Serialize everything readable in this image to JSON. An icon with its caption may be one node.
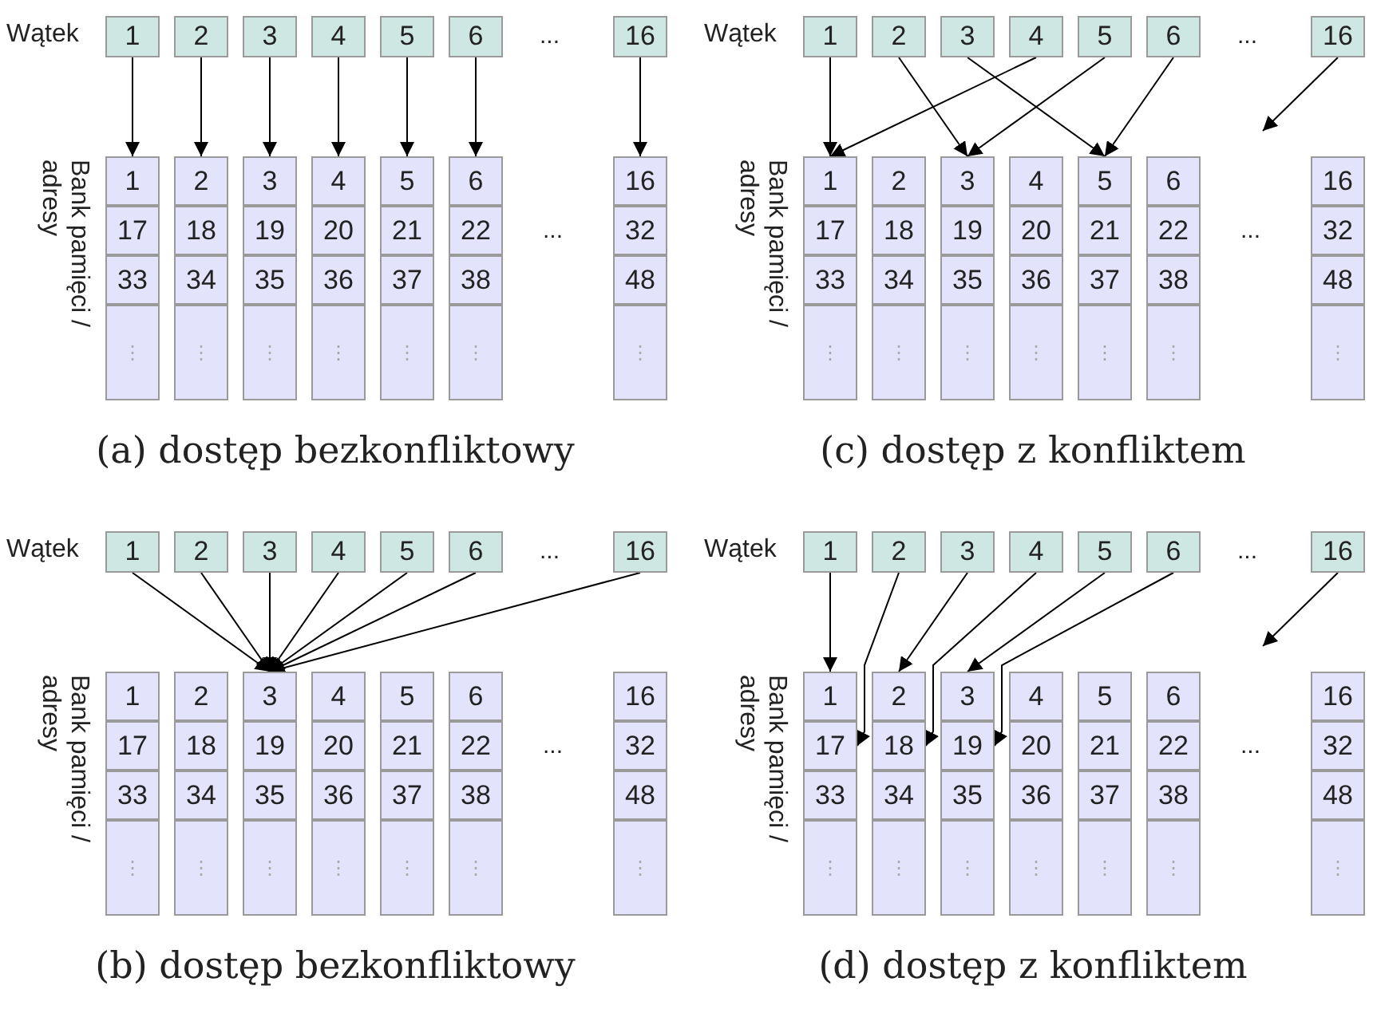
{
  "diagram": {
    "nodes": [
      {
        "text": [
          "1"
        ]
      },
      {
        "text": [
          "2"
        ]
      },
      {
        "text": [
          "3"
        ]
      },
      {
        "text": [
          "4"
        ]
      },
      {
        "text": [
          "5"
        ]
      },
      {
        "text": [
          "6"
        ]
      },
      {
        "text": [
          "16"
        ]
      },
      {
        "text": [
          "1"
        ]
      },
      {
        "text": [
          "2"
        ]
      },
      {
        "text": [
          "3"
        ]
      },
      {
        "text": [
          "4"
        ]
      },
      {
        "text": [
          "5"
        ]
      },
      {
        "text": [
          "6"
        ]
      },
      {
        "text": [
          "16"
        ]
      },
      {
        "text": [
          "17"
        ]
      },
      {
        "text": [
          "18"
        ]
      },
      {
        "text": [
          "19"
        ]
      },
      {
        "text": [
          "20"
        ]
      },
      {
        "text": [
          "21"
        ]
      },
      {
        "text": [
          "22"
        ]
      },
      {
        "text": [
          "32"
        ]
      },
      {
        "text": [
          "33"
        ]
      },
      {
        "text": [
          "34"
        ]
      },
      {
        "text": [
          "35"
        ]
      },
      {
        "text": [
          "36"
        ]
      },
      {
        "text": [
          "37"
        ]
      },
      {
        "text": [
          "38"
        ]
      },
      {
        "text": [
          "48"
        ]
      },
      {
        "text": [
          "⋮"
        ]
      },
      {
        "text": [
          "⋮"
        ]
      },
      {
        "text": [
          "⋮"
        ]
      },
      {
        "text": [
          "⋮"
        ]
      },
      {
        "text": [
          "⋮"
        ]
      },
      {
        "text": [
          "⋮"
        ]
      },
      {
        "text": [
          "⋮"
        ]
      },
      {
        "text": [
          "1"
        ]
      },
      {
        "text": [
          "2"
        ]
      },
      {
        "text": [
          "3"
        ]
      },
      {
        "text": [
          "4"
        ]
      },
      {
        "text": [
          "5"
        ]
      },
      {
        "text": [
          "6"
        ]
      },
      {
        "text": [
          "16"
        ]
      },
      {
        "text": [
          "1"
        ]
      },
      {
        "text": [
          "2"
        ]
      },
      {
        "text": [
          "3"
        ]
      },
      {
        "text": [
          "4"
        ]
      },
      {
        "text": [
          "5"
        ]
      },
      {
        "text": [
          "6"
        ]
      },
      {
        "text": [
          "16"
        ]
      },
      {
        "text": [
          "17"
        ]
      },
      {
        "text": [
          "18"
        ]
      },
      {
        "text": [
          "19"
        ]
      },
      {
        "text": [
          "20"
        ]
      },
      {
        "text": [
          "21"
        ]
      },
      {
        "text": [
          "22"
        ]
      },
      {
        "text": [
          "32"
        ]
      },
      {
        "text": [
          "33"
        ]
      },
      {
        "text": [
          "34"
        ]
      },
      {
        "text": [
          "35"
        ]
      },
      {
        "text": [
          "36"
        ]
      },
      {
        "text": [
          "37"
        ]
      },
      {
        "text": [
          "38"
        ]
      },
      {
        "text": [
          "48"
        ]
      },
      {
        "text": [
          "⋮"
        ]
      },
      {
        "text": [
          "⋮"
        ]
      },
      {
        "text": [
          "⋮"
        ]
      },
      {
        "text": [
          "⋮"
        ]
      },
      {
        "text": [
          "⋮"
        ]
      },
      {
        "text": [
          "⋮"
        ]
      },
      {
        "text": [
          "⋮"
        ]
      },
      {
        "text": [
          "1"
        ]
      },
      {
        "text": [
          "2"
        ]
      },
      {
        "text": [
          "3"
        ]
      },
      {
        "text": [
          "4"
        ]
      },
      {
        "text": [
          "5"
        ]
      },
      {
        "text": [
          "6"
        ]
      },
      {
        "text": [
          "16"
        ]
      },
      {
        "text": [
          "1"
        ]
      },
      {
        "text": [
          "2"
        ]
      },
      {
        "text": [
          "3"
        ]
      },
      {
        "text": [
          "4"
        ]
      },
      {
        "text": [
          "5"
        ]
      },
      {
        "text": [
          "6"
        ]
      },
      {
        "text": [
          "16"
        ]
      },
      {
        "text": [
          "17"
        ]
      },
      {
        "text": [
          "18"
        ]
      },
      {
        "text": [
          "19"
        ]
      },
      {
        "text": [
          "20"
        ]
      },
      {
        "text": [
          "21"
        ]
      },
      {
        "text": [
          "22"
        ]
      },
      {
        "text": [
          "32"
        ]
      },
      {
        "text": [
          "33"
        ]
      },
      {
        "text": [
          "34"
        ]
      },
      {
        "text": [
          "35"
        ]
      },
      {
        "text": [
          "36"
        ]
      },
      {
        "text": [
          "37"
        ]
      },
      {
        "text": [
          "38"
        ]
      },
      {
        "text": [
          "48"
        ]
      },
      {
        "text": [
          "⋮"
        ]
      },
      {
        "text": [
          "⋮"
        ]
      },
      {
        "text": [
          "⋮"
        ]
      },
      {
        "text": [
          "⋮"
        ]
      },
      {
        "text": [
          "⋮"
        ]
      },
      {
        "text": [
          "⋮"
        ]
      },
      {
        "text": [
          "⋮"
        ]
      },
      {
        "text": [
          "1"
        ]
      },
      {
        "text": [
          "2"
        ]
      },
      {
        "text": [
          "3"
        ]
      },
      {
        "text": [
          "4"
        ]
      },
      {
        "text": [
          "5"
        ]
      },
      {
        "text": [
          "6"
        ]
      },
      {
        "text": [
          "16"
        ]
      },
      {
        "text": [
          "1"
        ]
      },
      {
        "text": [
          "2"
        ]
      },
      {
        "text": [
          "3"
        ]
      },
      {
        "text": [
          "4"
        ]
      },
      {
        "text": [
          "5"
        ]
      },
      {
        "text": [
          "6"
        ]
      },
      {
        "text": [
          "16"
        ]
      },
      {
        "text": [
          "17"
        ]
      },
      {
        "text": [
          "18"
        ]
      },
      {
        "text": [
          "19"
        ]
      },
      {
        "text": [
          "20"
        ]
      },
      {
        "text": [
          "21"
        ]
      },
      {
        "text": [
          "22"
        ]
      },
      {
        "text": [
          "32"
        ]
      },
      {
        "text": [
          "33"
        ]
      },
      {
        "text": [
          "34"
        ]
      },
      {
        "text": [
          "35"
        ]
      },
      {
        "text": [
          "36"
        ]
      },
      {
        "text": [
          "37"
        ]
      },
      {
        "text": [
          "38"
        ]
      },
      {
        "text": [
          "48"
        ]
      },
      {
        "text": [
          "⋮"
        ]
      },
      {
        "text": [
          "⋮"
        ]
      },
      {
        "text": [
          "⋮"
        ]
      },
      {
        "text": [
          "⋮"
        ]
      },
      {
        "text": [
          "⋮"
        ]
      },
      {
        "text": [
          "⋮"
        ]
      },
      {
        "text": [
          "⋮"
        ]
      }
    ],
    "edges": [
      {
        "from": 0,
        "to": 7,
        "arrow": "to"
      },
      {
        "from": 1,
        "to": 8,
        "arrow": "to"
      },
      {
        "from": 2,
        "to": 9,
        "arrow": "to"
      },
      {
        "from": 3,
        "to": 10,
        "arrow": "to"
      },
      {
        "from": 4,
        "to": 11,
        "arrow": "to"
      },
      {
        "from": 5,
        "to": 12,
        "arrow": "to"
      },
      {
        "from": 6,
        "to": 13,
        "arrow": "to"
      },
      {
        "from": 35,
        "to": 42,
        "arrow": "to"
      },
      {
        "from": 36,
        "to": 44,
        "arrow": "to"
      },
      {
        "from": 37,
        "to": 46,
        "arrow": "to"
      },
      {
        "from": 38,
        "to": 42,
        "arrow": "to"
      },
      {
        "from": 39,
        "to": 44,
        "arrow": "to"
      },
      {
        "from": 40,
        "to": 46,
        "arrow": "to"
      },
      {
        "from": 41,
        "to": null,
        "arrow": "to"
      },
      {
        "from": 70,
        "to": 79,
        "arrow": "to"
      },
      {
        "from": 71,
        "to": 79,
        "arrow": "to"
      },
      {
        "from": 72,
        "to": 79,
        "arrow": "to"
      },
      {
        "from": 73,
        "to": 79,
        "arrow": "to"
      },
      {
        "from": 74,
        "to": 79,
        "arrow": "to"
      },
      {
        "from": 75,
        "to": 79,
        "arrow": "to"
      },
      {
        "from": 76,
        "to": 79,
        "arrow": "to"
      },
      {
        "from": 105,
        "to": 112,
        "arrow": "to"
      },
      {
        "from": 106,
        "to": 119,
        "arrow": "to"
      },
      {
        "from": 107,
        "to": 113,
        "arrow": "to"
      },
      {
        "from": 108,
        "to": 120,
        "arrow": "to"
      },
      {
        "from": 109,
        "to": 114,
        "arrow": "to"
      },
      {
        "from": 110,
        "to": 121,
        "arrow": "to"
      },
      {
        "from": 111,
        "to": null,
        "arrow": "to"
      }
    ],
    "labels": [
      "Wątek",
      "...",
      "Bank pamięci / adresy",
      "...",
      "(a) dostęp bezkonfliktowy",
      "Wątek",
      "...",
      "Bank pamięci / adresy",
      "...",
      "(c) dostęp z konfliktem",
      "Wątek",
      "...",
      "Bank pamięci / adresy",
      "...",
      "(b) dostęp bezkonfliktowy",
      "Wątek",
      "...",
      "Bank pamięci / adresy",
      "...",
      "(d) dostęp z konfliktem"
    ]
  }
}
